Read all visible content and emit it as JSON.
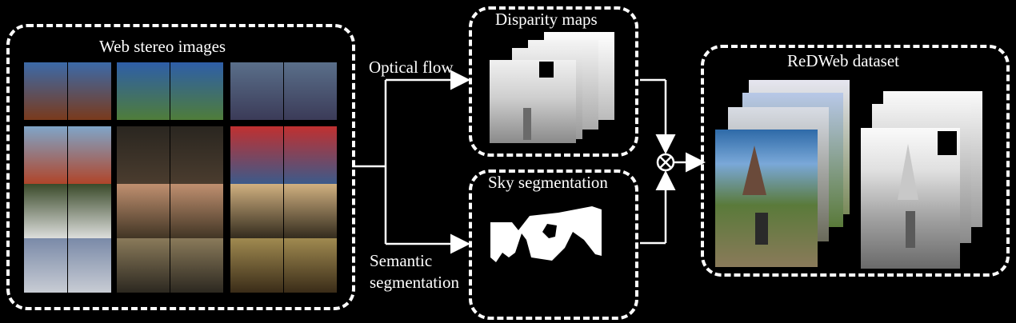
{
  "input_panel": {
    "title": "Web stereo images"
  },
  "branches": {
    "optical_flow": "Optical flow",
    "semantic": "Semantic\nsegmentation"
  },
  "disparity_panel": {
    "title": "Disparity maps"
  },
  "sky_panel": {
    "title": "Sky segmentation"
  },
  "output_panel": {
    "title": "ReDWeb dataset"
  },
  "operator": {
    "symbol": "⊗"
  },
  "thumbnails": [
    {
      "scene": "canyon-rocks",
      "colors": [
        "#7a3a1c",
        "#3c6aa8"
      ]
    },
    {
      "scene": "green-field-blue-sky",
      "colors": [
        "#4f7d3a",
        "#2e5ea8"
      ]
    },
    {
      "scene": "temple-courtyard",
      "colors": [
        "#3b3b58",
        "#5a6f8a"
      ]
    },
    {
      "scene": "parade-balloons",
      "colors": [
        "#b0452a",
        "#7fa5c8"
      ]
    },
    {
      "scene": "market-crowd",
      "colors": [
        "#4a3c2e",
        "#2a2620"
      ]
    },
    {
      "scene": "disney-balloons",
      "colors": [
        "#3c5a8a",
        "#c03030"
      ]
    },
    {
      "scene": "palm-street",
      "colors": [
        "#e6e6e6",
        "#3a4a2a"
      ]
    },
    {
      "scene": "person-portrait",
      "colors": [
        "#3a3020",
        "#c09070"
      ]
    },
    {
      "scene": "night-building",
      "colors": [
        "#2a2418",
        "#d0b080"
      ]
    },
    {
      "scene": "white-building",
      "colors": [
        "#c8ccd4",
        "#7a8aa8"
      ]
    },
    {
      "scene": "hall-interior",
      "colors": [
        "#2c2820",
        "#8a7a5a"
      ]
    },
    {
      "scene": "lit-hall-night",
      "colors": [
        "#3a2c18",
        "#a08a50"
      ]
    }
  ]
}
